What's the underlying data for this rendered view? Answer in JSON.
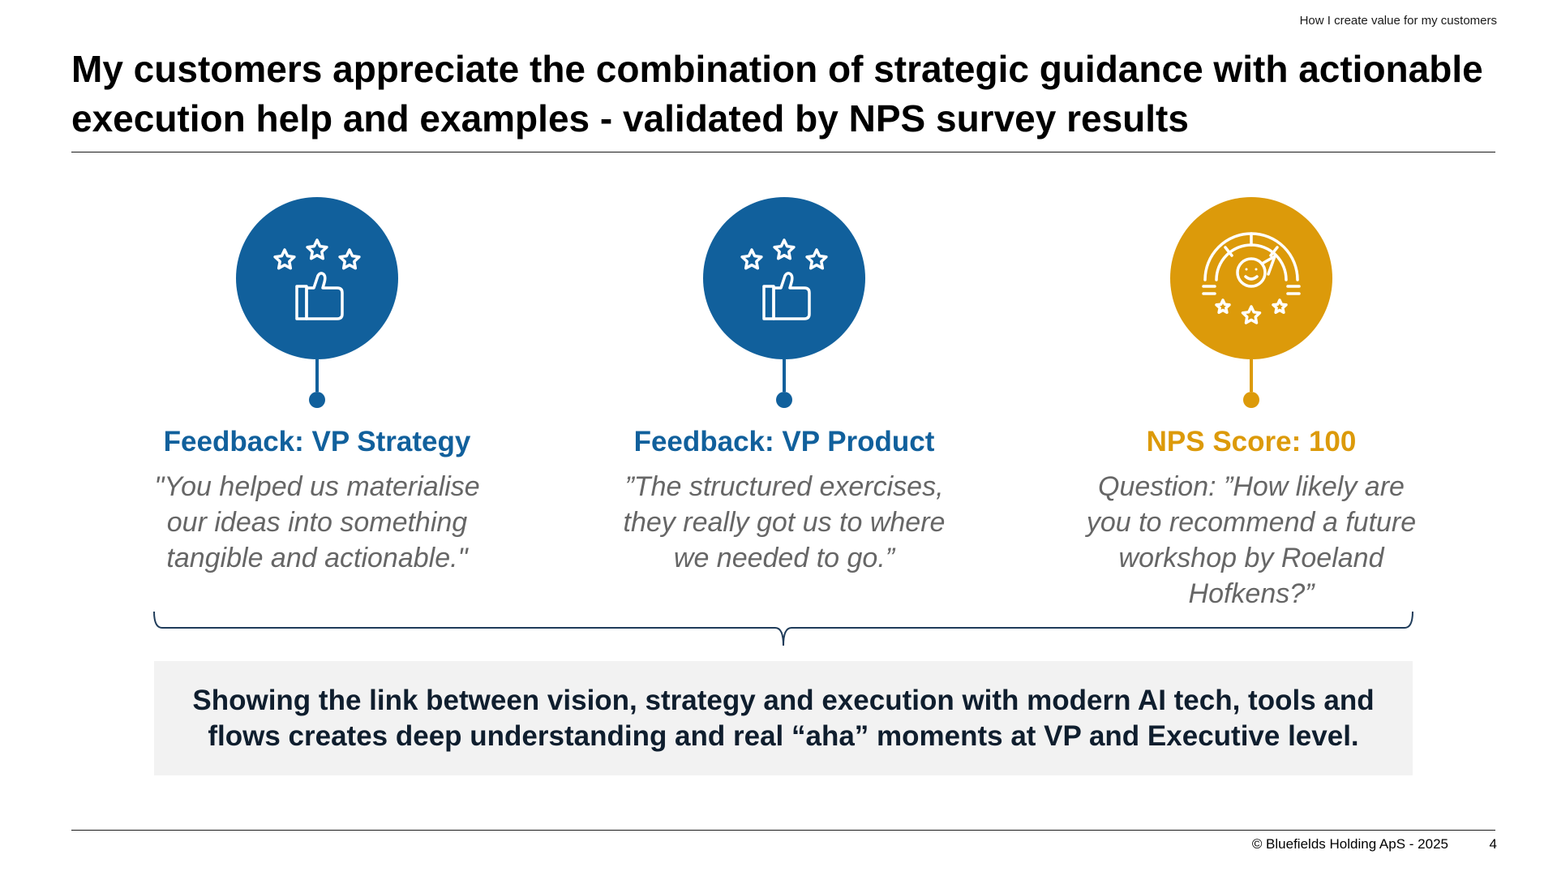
{
  "header": {
    "section_label": "How I create value for my customers",
    "title": "My customers appreciate the combination of strategic guidance with actionable execution help and examples - validated by NPS survey results"
  },
  "columns": [
    {
      "icon": "stars-thumbs-up-icon",
      "color": "#11609c",
      "heading": "Feedback: VP Strategy",
      "quote": "\"You helped us materialise our ideas into something tangible and actionable.\""
    },
    {
      "icon": "stars-thumbs-up-icon",
      "color": "#11609c",
      "heading": "Feedback: VP Product",
      "quote": "”The structured exercises, they really got us to where we needed to go.”"
    },
    {
      "icon": "satisfaction-gauge-icon",
      "color": "#dc9a0a",
      "heading": "NPS Score: 100",
      "quote": "Question: ”How likely are you to recommend a future workshop by Roeland Hofkens?”"
    }
  ],
  "callout": {
    "text": "Showing the link between vision, strategy and execution with modern AI tech, tools and flows creates deep understanding and real “aha” moments at VP and Executive level."
  },
  "footer": {
    "copyright": "©  Bluefields Holding ApS - 2025",
    "page_number": "4"
  },
  "colors": {
    "blue": "#11609c",
    "gold": "#dc9a0a",
    "quote_grey": "#666666",
    "callout_bg": "#f2f2f2"
  }
}
